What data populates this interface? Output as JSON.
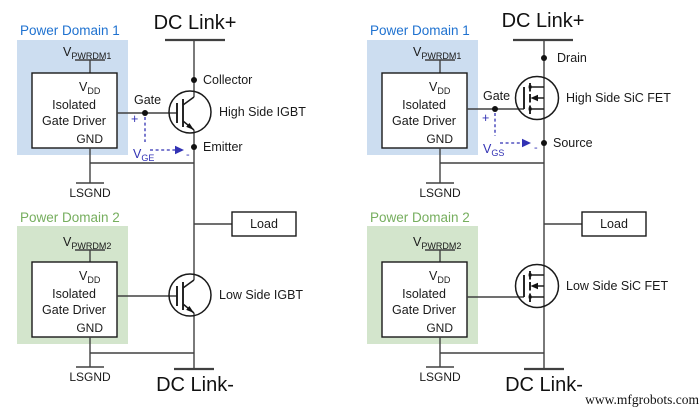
{
  "watermark": "www.mfgrobots.com",
  "colors": {
    "domain1_bg": "#ccddf0",
    "domain1_text": "#1f72d0",
    "domain2_bg": "#d3e5cc",
    "domain2_text": "#76ae5e",
    "measurement": "#3232b4",
    "wire": "#404040"
  },
  "shared": {
    "dc_link_plus": "DC Link+",
    "dc_link_minus": "DC Link-",
    "power_domain_1": "Power Domain 1",
    "power_domain_2": "Power Domain 2",
    "v_base": "V",
    "supply1_sub": "PWRDM1",
    "supply2_sub": "PWRDM2",
    "vdd_sub": "DD",
    "driver_line1": "Isolated",
    "driver_line2": "Gate Driver",
    "gnd": "GND",
    "lsgnd": "LSGND",
    "gate": "Gate",
    "load": "Load",
    "plus": "+",
    "minus": "-"
  },
  "igbt_panel": {
    "top_terminal": "Collector",
    "bottom_terminal": "Emitter",
    "high_side_label": "High Side IGBT",
    "low_side_label": "Low Side IGBT",
    "vmeas_sub": "GE"
  },
  "fet_panel": {
    "top_terminal": "Drain",
    "bottom_terminal": "Source",
    "high_side_label": "High Side SiC FET",
    "low_side_label": "Low Side SiC FET",
    "vmeas_sub": "GS"
  }
}
